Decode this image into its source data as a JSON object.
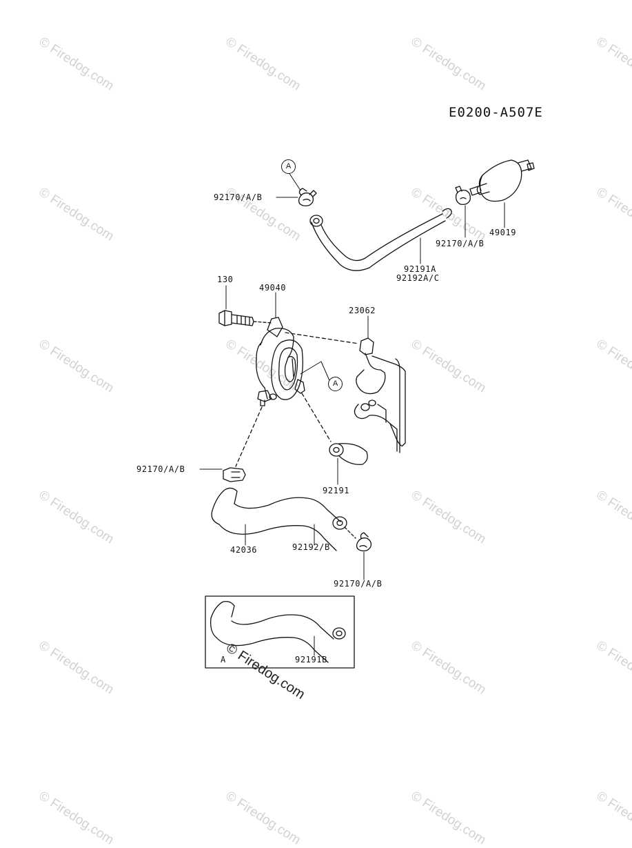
{
  "diagram_code": "E0200-A507E",
  "watermark_text": "© Firedog.com",
  "center_watermark": "© Firedog.com",
  "callout_letter": "A",
  "parts": {
    "clamp_top_left": "92170/A/B",
    "filter": "49019",
    "clamp_top_right": "92170/A/B",
    "hose_top_1": "92191A",
    "hose_top_2": "92192A/C",
    "bolt": "130",
    "pump": "49040",
    "bracket": "23062",
    "clamp_mid_left": "92170/A/B",
    "hose_mid": "92191",
    "hose_lower": "42036",
    "hose_lower_sub": "92192/B",
    "clamp_bottom": "92170/A/B",
    "inset_letter": "A",
    "inset_hose": "92191B"
  }
}
